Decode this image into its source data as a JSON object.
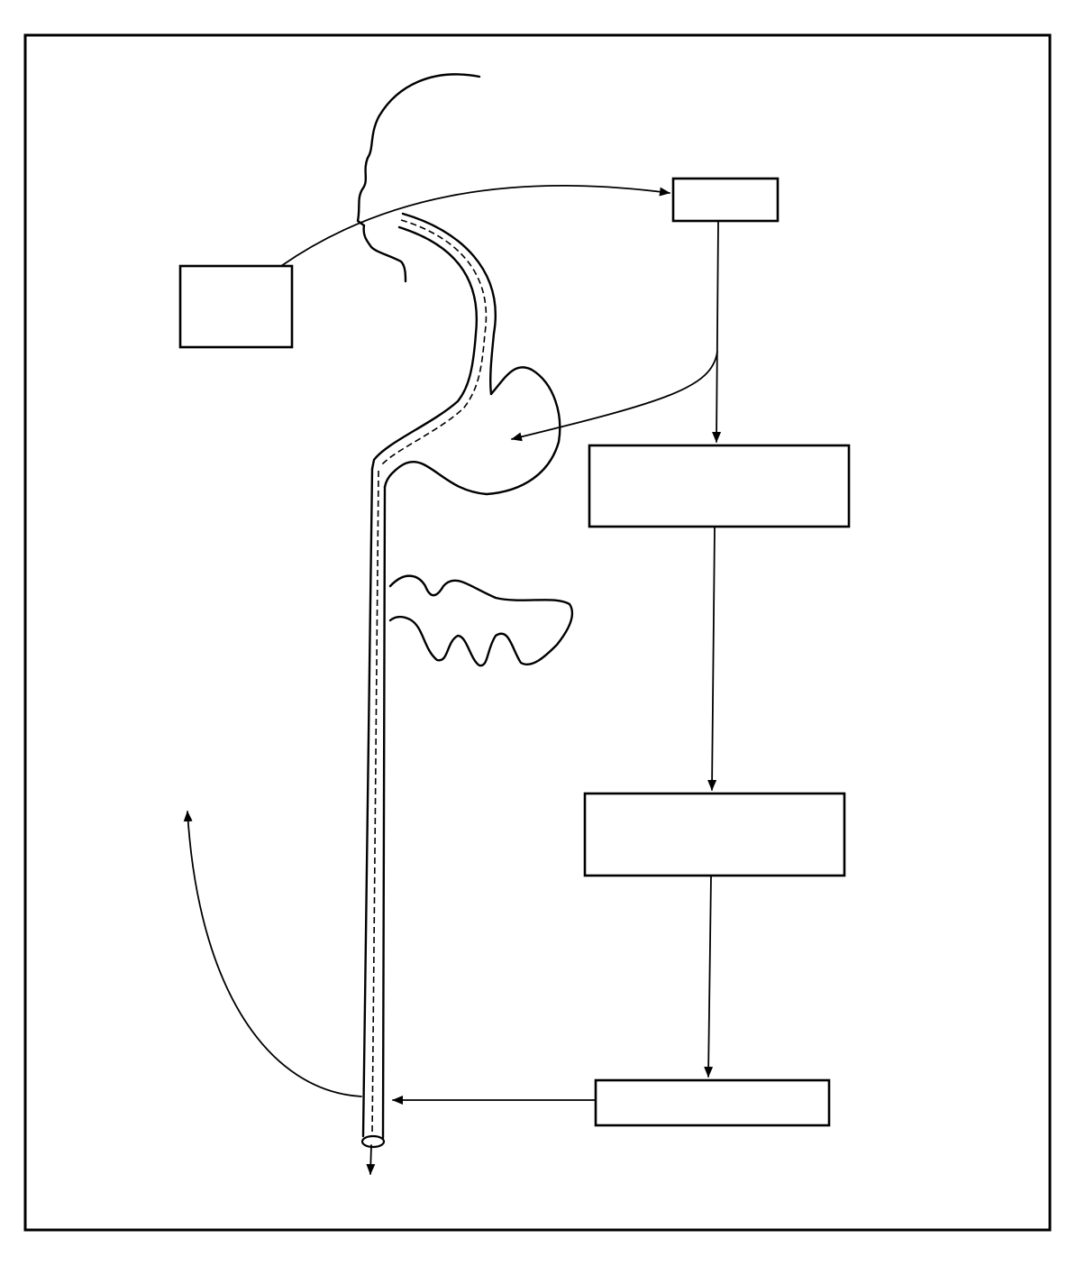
{
  "diagram": {
    "boxes": [
      {
        "id": "box-left-small",
        "label": ""
      },
      {
        "id": "box-top-right",
        "label": ""
      },
      {
        "id": "box-right-1",
        "label": ""
      },
      {
        "id": "box-right-2",
        "label": ""
      },
      {
        "id": "box-bottom-right",
        "label": ""
      }
    ],
    "colors": {
      "stroke": "#000000",
      "background": "#ffffff"
    }
  }
}
